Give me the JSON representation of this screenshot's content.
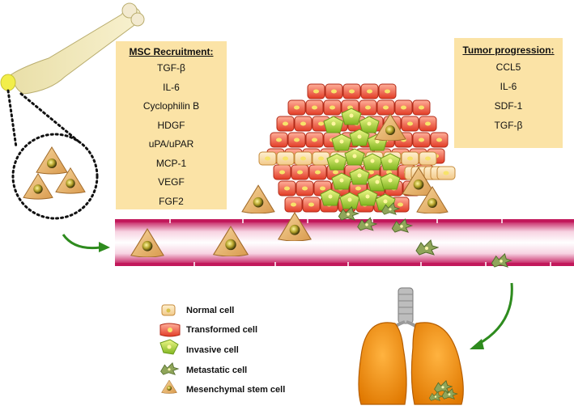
{
  "msc_box": {
    "title": "MSC Recruitment:",
    "items": [
      "TGF-β",
      "IL-6",
      "Cyclophilin B",
      "HDGF",
      "uPA/uPAR",
      "MCP-1",
      "VEGF",
      "FGF2"
    ]
  },
  "tumor_box": {
    "title": "Tumor progression:",
    "items": [
      "CCL5",
      "IL-6",
      "SDF-1",
      "TGF-β"
    ]
  },
  "legend": [
    {
      "label": "Normal cell",
      "icon": "normal-cell-icon"
    },
    {
      "label": "Transformed cell",
      "icon": "transformed-cell-icon"
    },
    {
      "label": "Invasive cell",
      "icon": "invasive-cell-icon"
    },
    {
      "label": "Metastatic cell",
      "icon": "metastatic-cell-icon"
    },
    {
      "label": "Mesenchymal stem cell",
      "icon": "mesenchymal-stem-cell-icon"
    }
  ],
  "colors": {
    "box_fill": "#fbe3a6",
    "vessel": "#c2185b",
    "arrow": "#2e8b1e",
    "lung": "#f08c00",
    "transformed_cell": "#e8402a",
    "invasive_cell": "#9bd03a",
    "stem_cell": "#e8b86a"
  }
}
